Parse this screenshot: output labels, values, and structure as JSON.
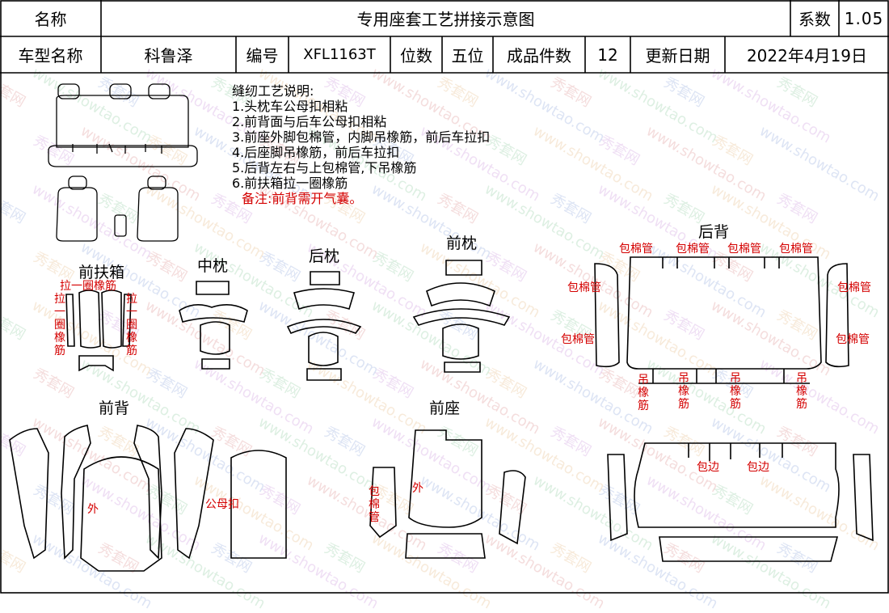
{
  "header": {
    "name_label": "名称",
    "title": "专用座套工艺拼接示意图",
    "coef_label": "系数",
    "coef_value": "1.05",
    "model_label": "车型名称",
    "model_value": "科鲁泽",
    "code_label": "编号",
    "code_value": "XFL1163T",
    "seats_label": "位数",
    "seats_value": "五位",
    "pieces_label": "成品件数",
    "pieces_value": "12",
    "date_label": "更新日期",
    "date_value": "2022年4月19日"
  },
  "notes": {
    "heading": "缝纫工艺说明:",
    "items": [
      "1.头枕车公母扣相粘",
      "2.前背面与后车公母扣相粘",
      "3.前座外脚包棉管，内脚吊橡筋，前后车拉扣",
      "4.后座脚吊橡筋，前后车拉扣",
      "5.后背左右与上包棉管,下吊橡筋",
      "6.前扶箱拉一圈橡筋"
    ],
    "remark": "备注:前背需开气囊。"
  },
  "sections": {
    "front_armrest": "前扶箱",
    "middle_headrest": "中枕",
    "rear_headrest": "后枕",
    "front_headrest": "前枕",
    "rear_back": "后背",
    "front_back": "前背",
    "front_seat": "前座"
  },
  "annotations": {
    "pull_loop_elastic": "拉一圈橡筋",
    "pull_elastic_v": "拉一圈橡筋",
    "cotton_tube": "包棉管",
    "hang_elastic": "吊橡筋",
    "outer": "外",
    "snap": "公母扣",
    "edge": "包边"
  },
  "watermark": {
    "brand": "秀套网",
    "url": "www.showtao.com"
  },
  "colors": {
    "annotation": "#d40000",
    "line": "#000000"
  }
}
